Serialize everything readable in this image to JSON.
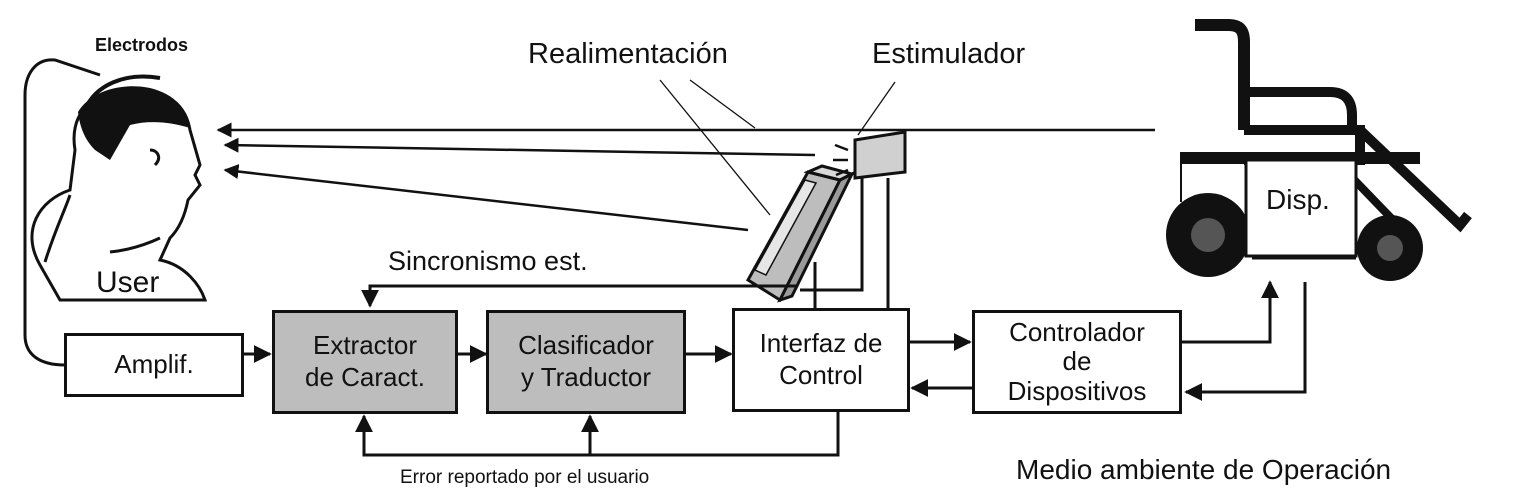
{
  "labels": {
    "electrodos": "Electrodos",
    "realimentacion": "Realimentación",
    "estimulador": "Estimulador",
    "user": "User",
    "sincronismo": "Sincronismo est.",
    "error": "Error reportado por el usuario",
    "medio": "Medio ambiente de Operación",
    "disp": "Disp."
  },
  "blocks": {
    "amplif": "Amplif.",
    "extractor_1": "Extractor",
    "extractor_2": "de Caract.",
    "clasificador_1": "Clasificador",
    "clasificador_2": "y Traductor",
    "interfaz_1": "Interfaz de",
    "interfaz_2": "Control",
    "controlador_1": "Controlador",
    "controlador_2": "de",
    "controlador_3": "Dispositivos"
  },
  "colors": {
    "line": "#111111",
    "shaded_block": "#bdbdbd",
    "background": "#ffffff"
  }
}
